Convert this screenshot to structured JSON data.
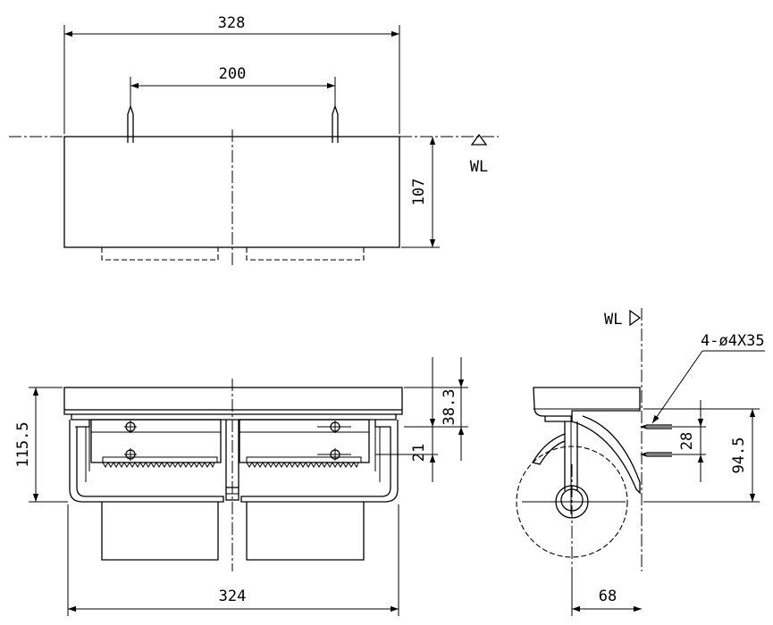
{
  "top_view": {
    "dim_width": "328",
    "dim_hole_pitch": "200",
    "dim_height": "107",
    "wl_label": "WL"
  },
  "front_view": {
    "dim_height": "115.5",
    "dim_top_offset": "38.3",
    "dim_screw_offset": "21",
    "dim_width": "324"
  },
  "side_view": {
    "wl_label": "WL",
    "screw_spec": "4-ø4X35",
    "dim_screw_pitch": "28",
    "dim_height": "94.5",
    "dim_depth": "68"
  }
}
